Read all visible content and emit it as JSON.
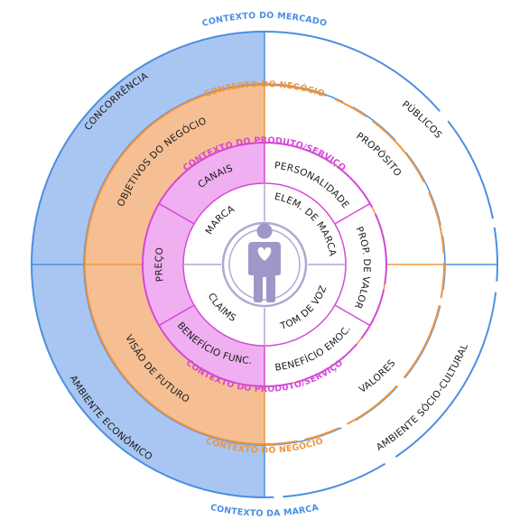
{
  "colors": {
    "market": "#4a8fe0",
    "market_fill": "#a9c6f2",
    "business": "#ef9540",
    "business_fill": "#f5bf93",
    "product": "#d448d8",
    "product_fill": "#f0aff0",
    "core_stroke": "#b1a8d0",
    "person": "#9f97c8",
    "heart": "#ffffff"
  },
  "contexts": {
    "market": "CONTEXTO DO MERCADO",
    "brand": "CONTEXTO DA MARCA",
    "business_top": "CONTEXTO DO NEGÓCIO",
    "business_bottom": "CONTEXTO DO NEGÓCIO",
    "product_top": "CONTEXTO DO PRODUTO/SERVIÇO",
    "product_bottom": "CONTEXTO DO PRODUTO/SERVIÇO"
  },
  "outer_ring": {
    "concorrencia": "CONCORRÊNCIA",
    "ambiente_economico": "AMBIENTE ECONÔMICO",
    "publicos": "PÚBLICOS",
    "ambiente_socio": "AMBIENTE SÓCIO-CULTURAL"
  },
  "business_ring": {
    "objetivos": "OBJETIVOS DO NEGÓCIO",
    "visao": "VISÃO DE FUTURO",
    "proposito": "PROPÓSITO",
    "valores": "VALORES"
  },
  "product_ring": {
    "canais": "CANAIS",
    "preco": "PREÇO",
    "beneficio_func": "BENEFÍCIO FUNC.",
    "personalidade": "PERSONALIDADE",
    "prop_valor": "PROP. DE VALOR",
    "beneficio_emoc": "BENEFÍCIO EMOC."
  },
  "inner_ring": {
    "marca": "MARCA",
    "claims": "CLAIMS",
    "elem_marca": "ELEM. DE MARCA",
    "tom_voz": "TOM DE VOZ"
  },
  "core": {
    "icon": "person-heart-icon"
  }
}
